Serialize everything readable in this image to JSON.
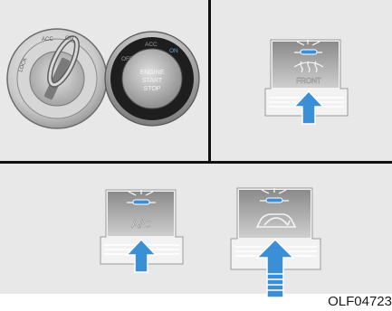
{
  "ignition": {
    "key_cylinder_labels": [
      "LOCK",
      "ACC",
      "ON"
    ],
    "start_button_text": [
      "ENGINE",
      "START",
      "STOP"
    ],
    "start_ring_labels": [
      "OFF",
      "ACC",
      "ON"
    ]
  },
  "buttons": {
    "front_defrost_label": "FRONT",
    "ac_label": "A/C"
  },
  "figure_code": "OLF04723"
}
